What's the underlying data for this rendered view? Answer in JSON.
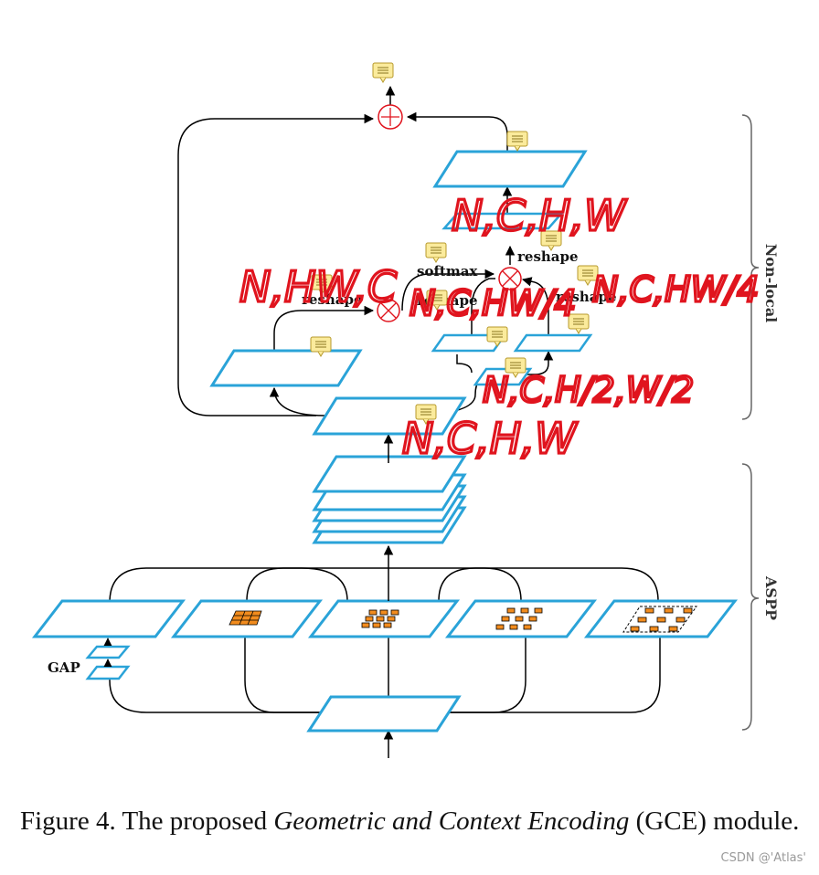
{
  "labels": {
    "softmax": "softmax",
    "reshape_1": "reshape",
    "reshape_2": "reshape",
    "reshape_3": "reshape",
    "reshape_4": "reshape",
    "gap": "GAP"
  },
  "sections": {
    "nonlocal": "Non-local",
    "aspp": "ASPP"
  },
  "annotations": {
    "a1": "N,C,H,W",
    "a2": "N,HW,C",
    "a3": "N,C,HW/4",
    "a4": "N,C,HW/4",
    "a5": "N,C,H/2,W/2",
    "a6": "N,C,H,W"
  },
  "caption": {
    "prefix": "Figure 4. The proposed ",
    "emph": "Geometric and Context Encoding",
    "suffix": " (GCE) module."
  },
  "watermark": "CSDN @'Atlas'",
  "colors": {
    "feature_map": "#2aa3d8",
    "operator": "#e0141e",
    "annotation": "#e0141e",
    "kernel_fill": "#f28c1e",
    "note_fill": "#fbeb9c"
  }
}
